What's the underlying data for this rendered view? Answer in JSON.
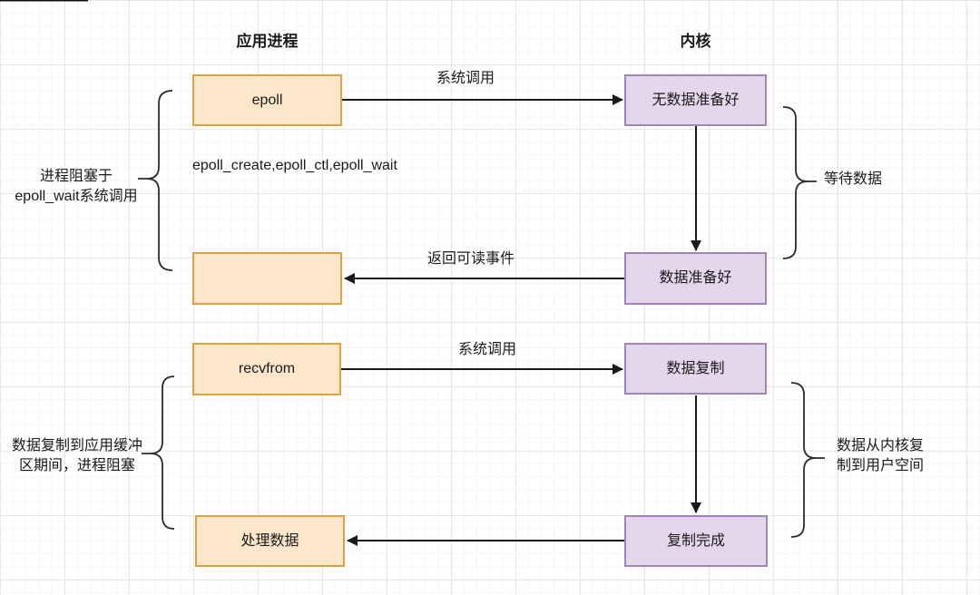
{
  "headers": {
    "app": "应用进程",
    "kernel": "内核"
  },
  "nodes": {
    "epoll": "epoll",
    "no_data_ready": "无数据准备好",
    "blocked_return": "",
    "data_ready": "数据准备好",
    "recvfrom": "recvfrom",
    "data_copy": "数据复制",
    "process_data": "处理数据",
    "copy_done": "复制完成"
  },
  "edge_labels": {
    "syscall_top": "系统调用",
    "epoll_apis": "epoll_create,epoll_ctl,epoll_wait",
    "return_readable": "返回可读事件",
    "syscall_bottom": "系统调用"
  },
  "annotations": {
    "blocked_epoll_wait": "进程阻塞于\nepoll_wait系统调用",
    "wait_data": "等待数据",
    "copy_blocked": "数据复制到应用缓冲\n区期间，进程阻塞",
    "kernel_to_user": "数据从内核复\n制到用户空间"
  },
  "colors": {
    "orange_fill": "#FCE7CB",
    "orange_border": "#DCA23F",
    "purple_fill": "#E4D7EC",
    "purple_border": "#A285B8",
    "line": "#1a1a1a"
  }
}
